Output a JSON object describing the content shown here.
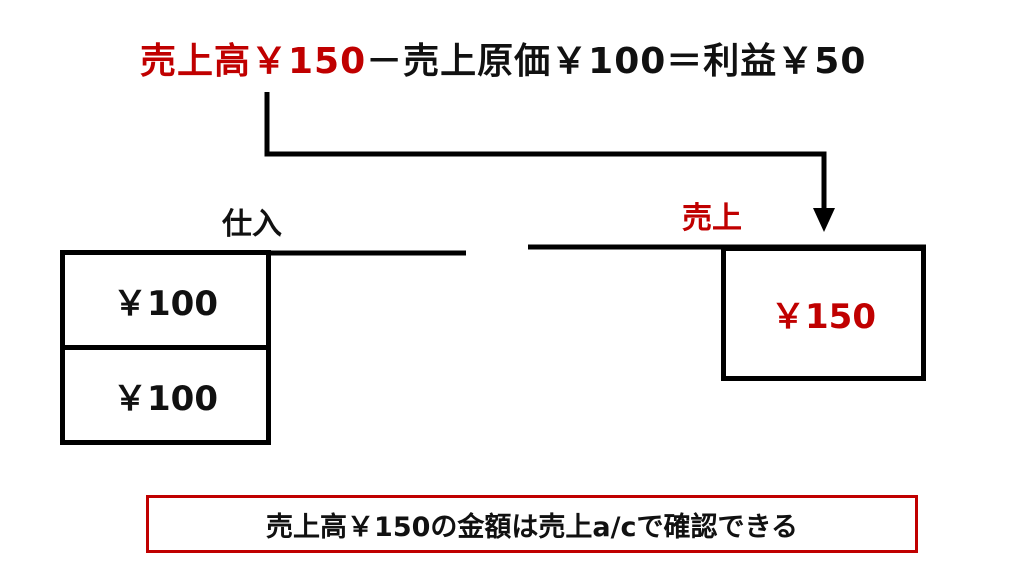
{
  "formula": {
    "sales_part": "売上高￥150",
    "rest_part": "－売上原価￥100＝利益￥50"
  },
  "purchases_account": {
    "title": "仕入",
    "entries": [
      "￥100",
      "￥100"
    ]
  },
  "sales_account": {
    "title": "売上",
    "entries": [
      "￥150"
    ]
  },
  "note": "売上高￥150の金額は売上a/cで確認できる",
  "colors": {
    "accent": "#c00000",
    "text": "#111111",
    "line": "#000000"
  }
}
